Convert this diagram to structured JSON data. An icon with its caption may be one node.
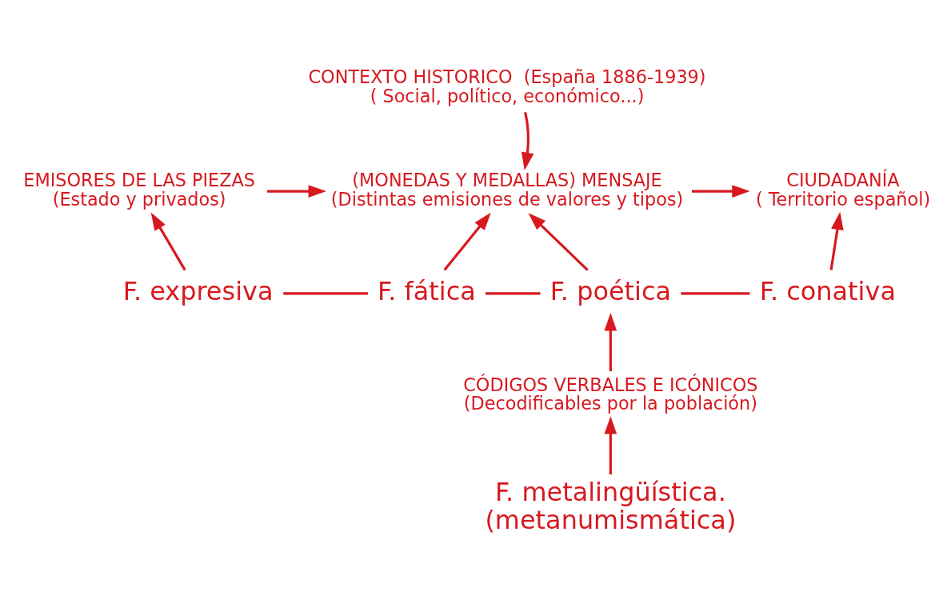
{
  "diagram": {
    "nodes": [
      {
        "text": [
          "CONTEXTO HISTORICO  (España 1886-1939)",
          "( Social, político, económico...)"
        ]
      },
      {
        "text": [
          "EMISORES DE LAS PIEZAS",
          "(Estado y privados)"
        ]
      },
      {
        "text": [
          "(MONEDAS Y MEDALLAS) MENSAJE",
          "(Distintas emisiones de valores y tipos)"
        ]
      },
      {
        "text": [
          "CIUDADANÍA",
          "( Territorio español)"
        ]
      },
      {
        "text": [
          "F. expresiva"
        ]
      },
      {
        "text": [
          "F. fática"
        ]
      },
      {
        "text": [
          "F. poética"
        ]
      },
      {
        "text": [
          "F. conativa"
        ]
      },
      {
        "text": [
          "CÓDIGOS VERBALES E ICÓNICOS",
          "(Decodificables por la población)"
        ]
      },
      {
        "text": [
          "F. metalingüística.",
          "(metanumismática)"
        ]
      }
    ],
    "edges": [
      {
        "from": 0,
        "to": 2,
        "arrow": "to"
      },
      {
        "from": 1,
        "to": 2,
        "arrow": "to"
      },
      {
        "from": 2,
        "to": 3,
        "arrow": "to"
      },
      {
        "from": 4,
        "to": 1,
        "arrow": "to"
      },
      {
        "from": 5,
        "to": 2,
        "arrow": "to"
      },
      {
        "from": 6,
        "to": 2,
        "arrow": "to"
      },
      {
        "from": 7,
        "to": 3,
        "arrow": "to"
      },
      {
        "from": 4,
        "to": 5,
        "arrow": "none"
      },
      {
        "from": 5,
        "to": 6,
        "arrow": "none"
      },
      {
        "from": 6,
        "to": 7,
        "arrow": "none"
      },
      {
        "from": 8,
        "to": 6,
        "arrow": "to"
      },
      {
        "from": 9,
        "to": 8,
        "arrow": "to"
      }
    ]
  }
}
